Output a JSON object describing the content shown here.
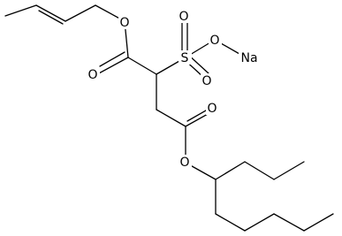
{
  "molecule": {
    "atoms": {
      "o_ester_top": "O",
      "o_carbonyl_top": "O",
      "sulfur": "S",
      "o_sulfonyl_top": "O",
      "o_sulfonyl_bottom": "O",
      "o_sulfonate": "O",
      "sodium": "Na",
      "o_carbonyl_bottom": "O",
      "o_ester_bottom": "O"
    }
  },
  "colors": {
    "bond": "#000000",
    "label": "#000000",
    "background": "#ffffff"
  }
}
